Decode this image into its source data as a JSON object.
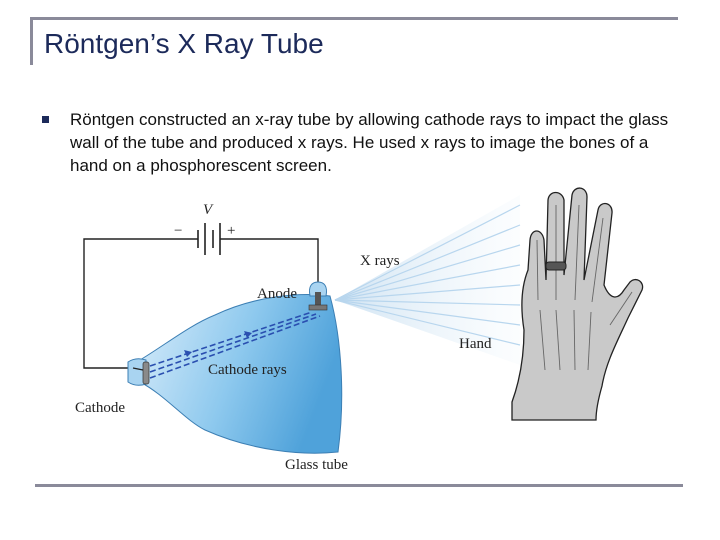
{
  "slide": {
    "title": "Röntgen’s X Ray Tube",
    "bullet_text": "Röntgen constructed an x-ray tube by allowing cathode rays to impact the glass wall of the tube and produced x rays.  He used x rays to image the bones of a hand on a phosphorescent screen."
  },
  "figure": {
    "battery_label": "V",
    "minus_label": "−",
    "plus_label": "+",
    "anode_label": "Anode",
    "xrays_label": "X rays",
    "hand_label": "Hand",
    "cathode_rays_label": "Cathode rays",
    "cathode_label": "Cathode",
    "glass_tube_label": "Glass tube"
  },
  "colors": {
    "title": "#1c2a5a",
    "tube_fill": "#6fb6e6",
    "ray_color": "#2a4fb0",
    "hand_fill": "#c9c9c9"
  }
}
